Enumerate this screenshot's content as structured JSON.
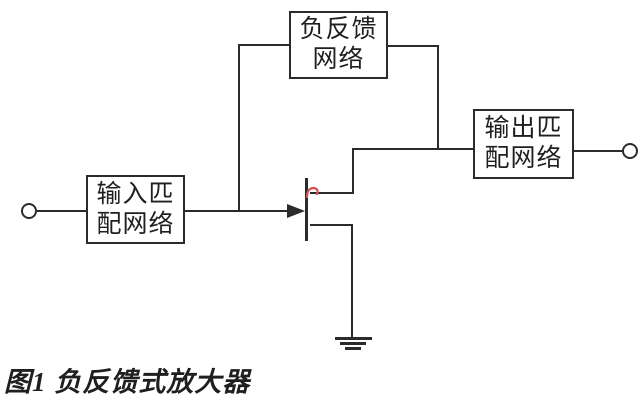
{
  "figure": {
    "type": "circuit-block-diagram",
    "caption": "图1 负反馈式放大器",
    "blocks": {
      "feedback": {
        "line1": "负反馈",
        "line2": "网络"
      },
      "input_matching": {
        "line1": "输入匹",
        "line2": "配网络"
      },
      "output_matching": {
        "line1": "输出匹",
        "line2": "配网络"
      }
    },
    "symbols": [
      "input-terminal",
      "output-terminal",
      "fet-transistor",
      "ground"
    ],
    "colors": {
      "line": "#2b2b2b",
      "text": "#1f1f1f",
      "background": "#ffffff",
      "highlight": "#d85050"
    }
  }
}
